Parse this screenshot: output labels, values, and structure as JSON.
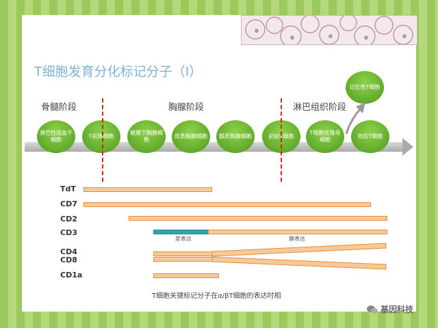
{
  "title": "T细胞发育分化标记分子（I）",
  "stages": [
    "骨髓阶段",
    "胸腺阶段",
    "淋巴组织阶段"
  ],
  "cells": [
    "淋巴性造血干细胞",
    "T前体细胞",
    "被膜下胸腺细胞",
    "皮质胸腺细胞",
    "髓质胸腺细胞",
    "初始T细胞",
    "T细胞克隆母细胞",
    "效应T细胞"
  ],
  "memory_cell": "记忆性T细胞",
  "markers": [
    "TdT",
    "CD7",
    "CD2",
    "CD3",
    "CD4",
    "CD8",
    "CD1a"
  ],
  "cd3_phases": [
    "浆表达",
    "膜表达"
  ],
  "caption": "T细胞关键标记分子在α/βT细胞的表达时相",
  "watermark": "基因科技",
  "colors": {
    "cell": "#5aab26",
    "divider": "#d62020",
    "bar": "#f8c896",
    "cytoplasmic": "#3aa0a8",
    "title": "#7fb2d6"
  }
}
